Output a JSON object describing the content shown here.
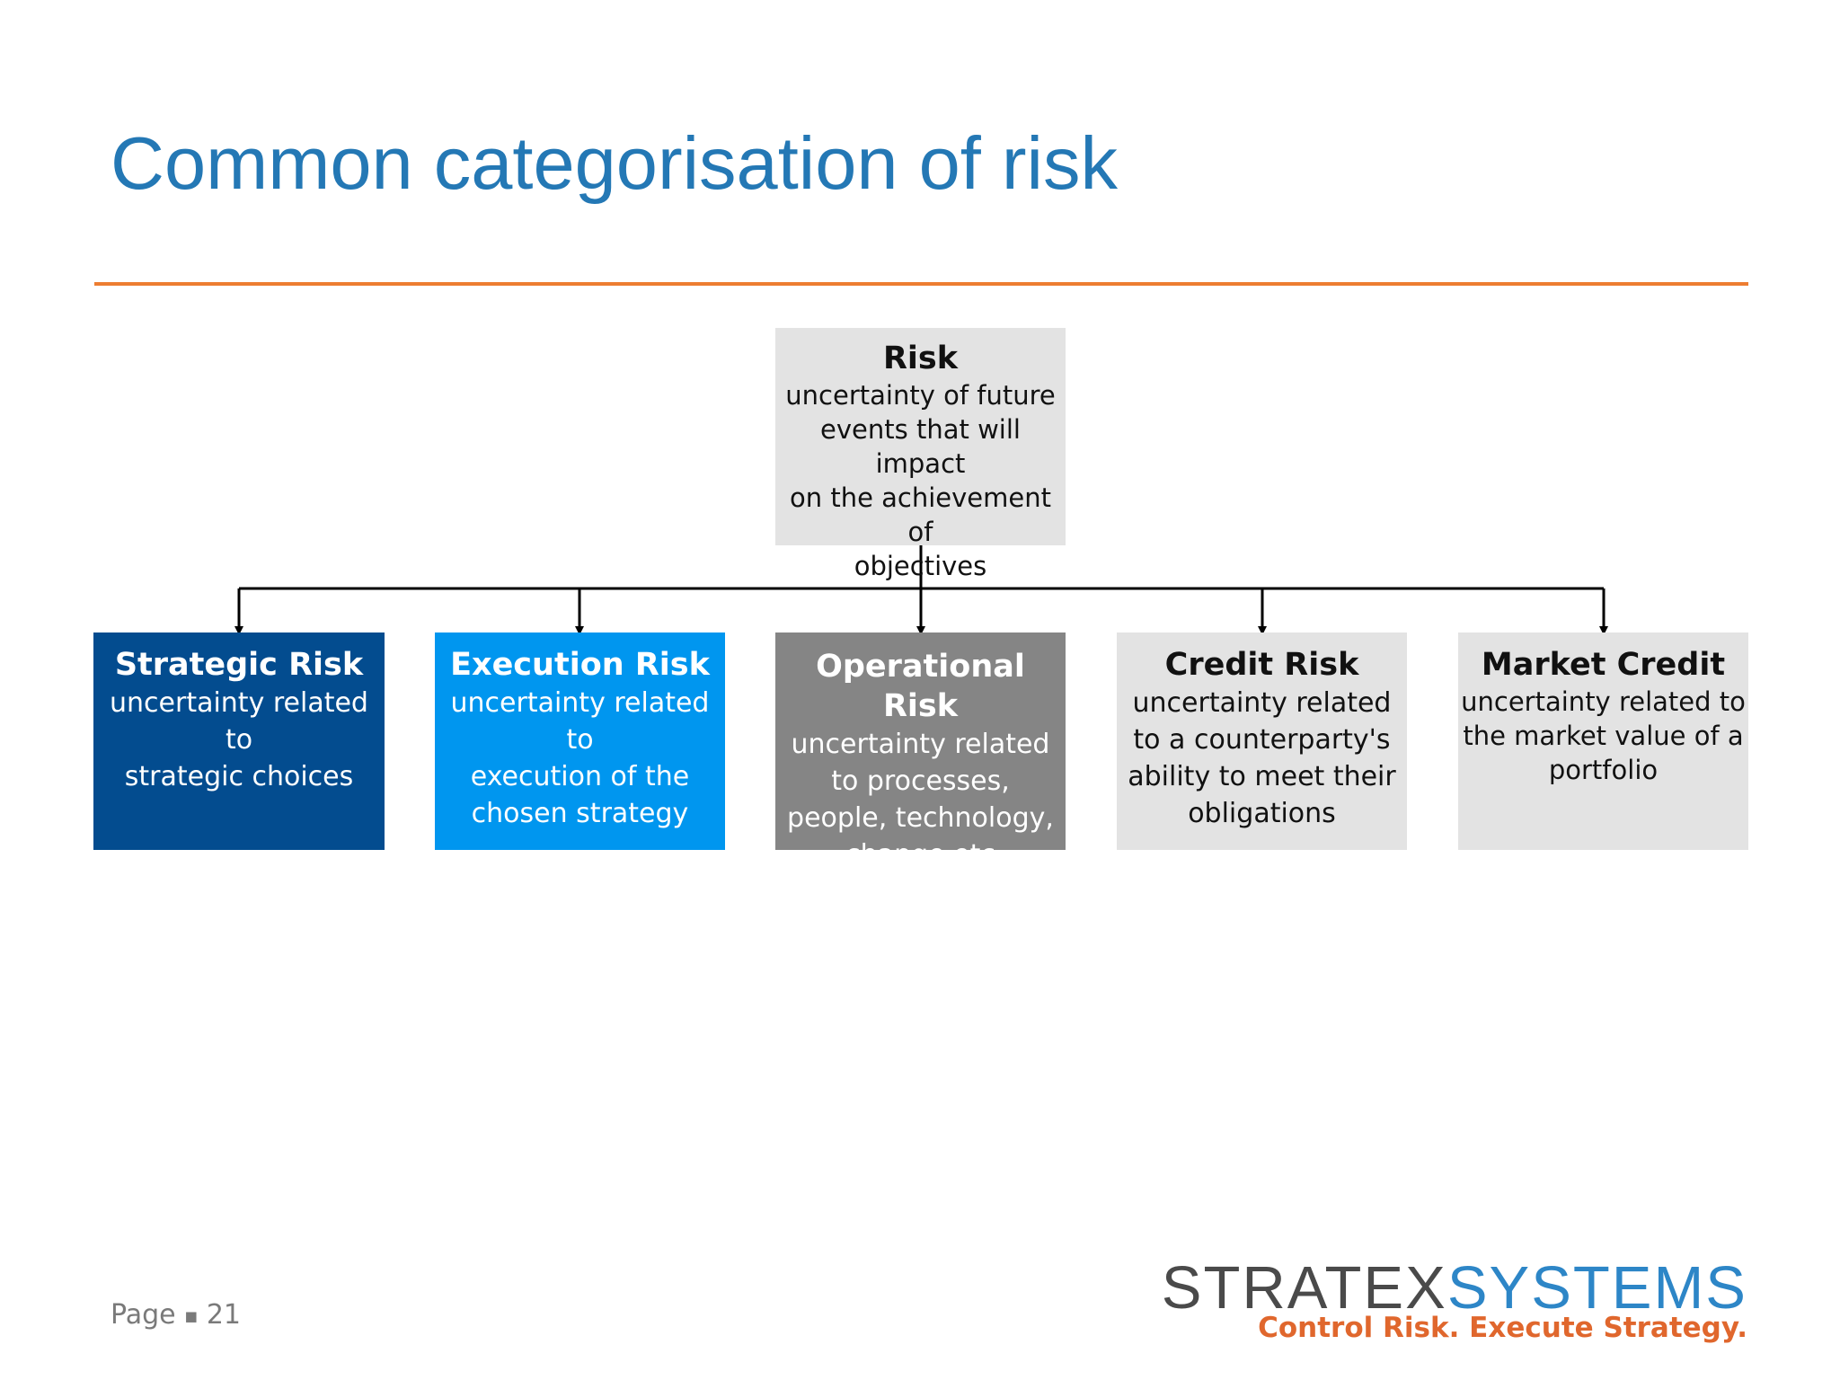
{
  "title": "Common categorisation of risk",
  "colors": {
    "title": "#2478b5",
    "rule": "#ed7d31",
    "strategic": "#034c8f",
    "execution": "#0096ef",
    "operational": "#858585",
    "light_box": "#e3e3e3"
  },
  "diagram": {
    "root": {
      "title": "Risk",
      "description": "uncertainty of future\nevents that will impact\non the achievement of\nobjectives"
    },
    "children": [
      {
        "title": "Strategic Risk",
        "description": "uncertainty related to\nstrategic choices"
      },
      {
        "title": "Execution Risk",
        "description": "uncertainty related to\nexecution of the\nchosen strategy"
      },
      {
        "title": "Operational Risk",
        "description": "uncertainty related\nto processes,\npeople, technology,\nchange etc"
      },
      {
        "title": "Credit Risk",
        "description": "uncertainty  related\nto  a counterparty's\nability to meet their\nobligations"
      },
      {
        "title": "Market Credit",
        "description": "uncertainty related to\nthe market value of a\nportfolio"
      }
    ]
  },
  "footer": {
    "page_label": "Page",
    "page_separator": "■",
    "page_number": "21"
  },
  "logo": {
    "name_part1": "STRATEX",
    "name_part2": "SYSTEMS",
    "tagline": "Control Risk. Execute Strategy."
  }
}
